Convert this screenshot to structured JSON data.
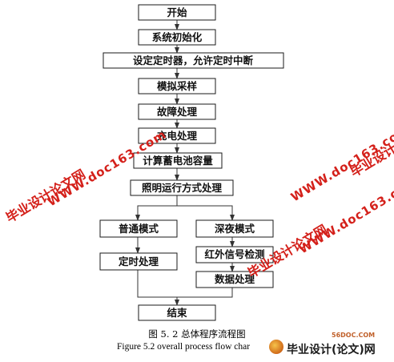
{
  "flowchart": {
    "nodes": [
      {
        "id": "start",
        "label": "开始"
      },
      {
        "id": "init",
        "label": "系统初始化"
      },
      {
        "id": "timer",
        "label": "设定定时器，允许定时中断"
      },
      {
        "id": "sample",
        "label": "模拟采样"
      },
      {
        "id": "fault",
        "label": "故障处理"
      },
      {
        "id": "charge",
        "label": "充电处理"
      },
      {
        "id": "capacity",
        "label": "计算蓄电池容量"
      },
      {
        "id": "lighting",
        "label": "照明运行方式处理"
      },
      {
        "id": "normal",
        "label": "普通模式"
      },
      {
        "id": "timing",
        "label": "定时处理"
      },
      {
        "id": "night",
        "label": "深夜模式"
      },
      {
        "id": "infrared",
        "label": "红外信号检测"
      },
      {
        "id": "data",
        "label": "数据处理"
      },
      {
        "id": "end",
        "label": "结束"
      }
    ]
  },
  "caption": {
    "chinese": "图 5. 2    总体程序流程图",
    "english": "Figure 5.2    overall process flow char"
  },
  "watermarks": {
    "brand_cn": "毕业设计论文网",
    "url": "WWW.doc163.com",
    "corner_brand": "毕业设计(论文)网",
    "corner_site": "56DOC.COM"
  },
  "colors": {
    "watermark": "#d4201a",
    "box_border": "#1a1a1a",
    "edge": "#333333"
  }
}
